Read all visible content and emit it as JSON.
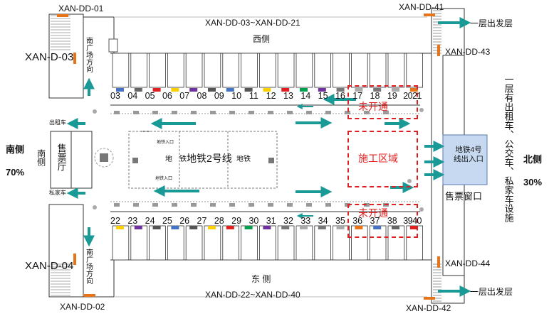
{
  "top_left_code": "XAN-DD-01",
  "bottom_left_code": "XAN-DD-02",
  "top_right_code": "XAN-DD-41",
  "bottom_right_code": "XAN-DD-42",
  "right_top_code": "XAN-DD-43",
  "right_bottom_code": "XAN-DD-44",
  "left_big_top": "XAN-D-03",
  "left_big_bottom": "XAN-D-04",
  "west_range": "XAN-DD-03~XAN-DD-21",
  "east_range": "XAN-DD-22~XAN-DD-40",
  "west_side": "西侧",
  "east_side": "东 侧",
  "south_side": "南侧",
  "south_pct": "70%",
  "north_side": "北侧",
  "north_pct": "30%",
  "south_direction": "南广场方向",
  "ticket_hall": "售票厅",
  "south_inner": "南侧",
  "taxi_upper": "出租车",
  "private_car": "私家车",
  "departure_top": "一层出发层",
  "departure_bottom": "一层出发层",
  "right_vertical": "一层有出租车、公交车、私家车设施",
  "metro_line": "地铁2号线",
  "metro_left1": "地",
  "metro_left2": "铁",
  "metro_right": "地铁",
  "metro_entrance": "地铁入口",
  "metro_exit_box": "地铁4号线出入口",
  "ticket_window": "售票窗口",
  "construction": "施工区域",
  "not_open_top": "未开通",
  "not_open_bottom": "未开通",
  "top_gates": [
    "03",
    "04",
    "05",
    "06",
    "07",
    "08",
    "09",
    "10",
    "11",
    "12",
    "13",
    "14",
    "15",
    "16",
    "17",
    "18",
    "19",
    "2021"
  ],
  "bottom_gates": [
    "22",
    "23",
    "24",
    "25",
    "26",
    "27",
    "28",
    "29",
    "30",
    "31",
    "32",
    "33",
    "34",
    "35",
    "36",
    "37",
    "38",
    "3940"
  ],
  "colors": {
    "orange": "#e8741a",
    "teal": "#1a9a96",
    "red": "#e02020",
    "metro_blue": "#c6d9f1"
  }
}
